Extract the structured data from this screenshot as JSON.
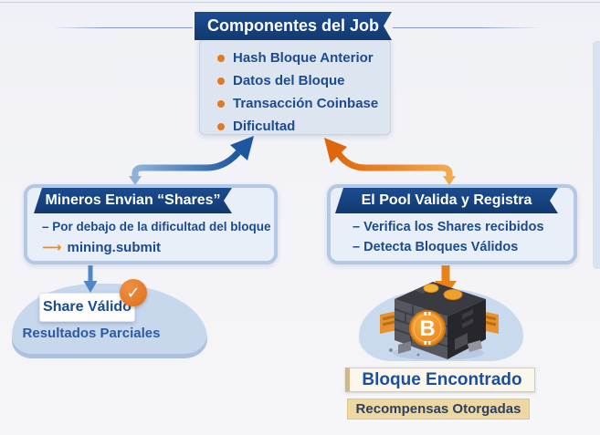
{
  "top_box": {
    "title": "Componentes del Job",
    "items": [
      "Hash Bloque Anterior",
      "Datos del Bloque",
      "Transacción Coinbase",
      "Dificultad"
    ]
  },
  "left_box": {
    "title": "Mineros Envian “Shares”",
    "line1": "– Por debajo de la dificultad del bloque",
    "arrow_glyph": "⟶",
    "code_label": "mining.submit"
  },
  "right_box": {
    "title": "El Pool Valida y Registra",
    "items": [
      "– Verifica los Shares recibidos",
      "– Detecta Bloques Válidos"
    ]
  },
  "left_result": {
    "card_label": "Share Válido",
    "check_glyph": "✓",
    "caption": "Resultados Parciales"
  },
  "right_result": {
    "coin_letter": "B",
    "label_primary": "Bloque Encontrado",
    "label_secondary": "Recompensas Otorgadas"
  },
  "icons": {
    "check_badge": "check-icon",
    "bitcoin_coin": "bitcoin-b-icon",
    "orange_submit_arrow": "right-arrow-icon"
  },
  "colors": {
    "ribbon_navy": "#16417f",
    "text_navy": "#1c4a8e",
    "accent_orange": "#e8821e",
    "arrow_blue": "#3f7ab8",
    "panel_blue": "#dde5f1",
    "panel_border_blue": "#b2c8e5",
    "blob_blue": "#c7d7ec",
    "label_ivory": "#fbf7ed",
    "label_tan": "#edd8a4",
    "background": "#f3f4f8"
  }
}
